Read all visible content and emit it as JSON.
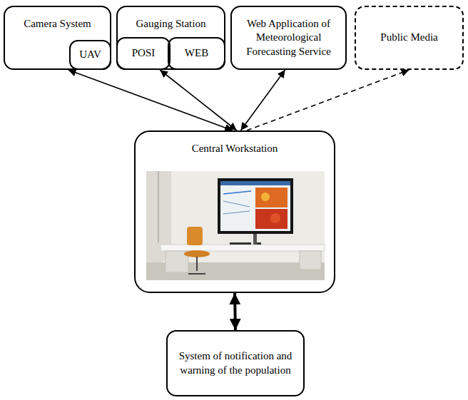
{
  "diagram": {
    "nodes": [
      {
        "text": [
          "Camera System"
        ]
      },
      {
        "text": [
          "UAV"
        ],
        "in": 0
      },
      {
        "text": [
          "Gauging Station"
        ]
      },
      {
        "text": [
          "POSI"
        ],
        "in": 2
      },
      {
        "text": [
          "WEB"
        ],
        "in": 2
      },
      {
        "text": [
          "Web Application of Meteorological Forecasting Service"
        ]
      },
      {
        "text": [
          "Public Media"
        ]
      },
      {
        "text": [
          "Central Workstation"
        ]
      },
      {
        "text": [
          "System of notification and warning of the population"
        ]
      }
    ],
    "edges": [
      {
        "from": 0,
        "to": 7,
        "arrow": "both"
      },
      {
        "from": 2,
        "to": 7,
        "arrow": "both"
      },
      {
        "from": 5,
        "to": 7,
        "arrow": "both"
      },
      {
        "from": 7,
        "to": 6,
        "arrow": "to"
      },
      {
        "from": 7,
        "to": 8,
        "arrow": "both"
      }
    ]
  }
}
